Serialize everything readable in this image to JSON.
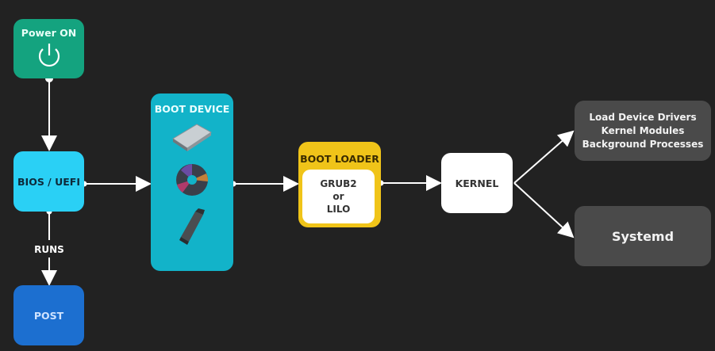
{
  "title": "Linux boot process",
  "nodes": {
    "power": {
      "label": "Power ON",
      "icon": "power-icon",
      "color": "#14a37f"
    },
    "bios": {
      "label": "BIOS / UEFI",
      "color": "#2ad0f5"
    },
    "post": {
      "label": "POST",
      "color": "#1c6fd0"
    },
    "boot_device": {
      "label": "BOOT DEVICE",
      "color": "#12b3c9",
      "icons": [
        "hard-drive-icon",
        "optical-disc-icon",
        "usb-drive-icon"
      ]
    },
    "boot_loader": {
      "label": "BOOT LOADER",
      "line1": "GRUB2",
      "line2": "or",
      "line3": "LILO",
      "color": "#f0c419"
    },
    "kernel": {
      "label": "KERNEL",
      "color": "#ffffff"
    },
    "load": {
      "line1": "Load Device Drivers",
      "line2": "Kernel Modules",
      "line3": "Background Processes",
      "color": "#4a4a4a"
    },
    "systemd": {
      "label": "Systemd",
      "color": "#4a4a4a"
    }
  },
  "edges": {
    "runs_label": "RUNS"
  }
}
